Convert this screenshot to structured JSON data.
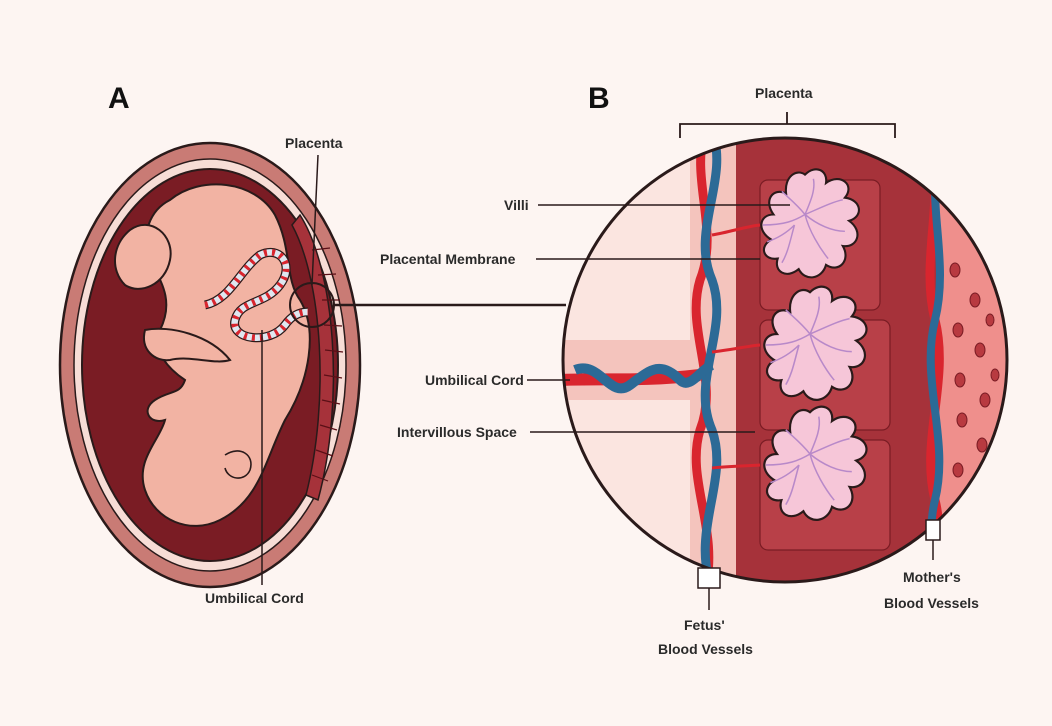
{
  "panels": {
    "a": "A",
    "b": "B"
  },
  "labels": {
    "placenta_a": "Placenta",
    "umbilical_cord_a": "Umbilical Cord",
    "placenta_b": "Placenta",
    "villi": "Villi",
    "placental_membrane": "Placental Membrane",
    "umbilical_cord_b": "Umbilical Cord",
    "intervillous_space": "Intervillous Space",
    "fetus_vessels_1": "Fetus'",
    "fetus_vessels_2": "Blood Vessels",
    "mother_vessels_1": "Mother's",
    "mother_vessels_2": "Blood Vessels"
  },
  "colors": {
    "background": "#fdf5f2",
    "uterus_outer": "#c97b75",
    "uterus_dark": "#7a1c24",
    "skin": "#f2b3a3",
    "placenta_tissue": "#a6323a",
    "artery_red": "#d9252e",
    "vein_blue": "#2c6a96",
    "villi_pink": "#f6c6d8",
    "outline": "#2a1a1a"
  }
}
